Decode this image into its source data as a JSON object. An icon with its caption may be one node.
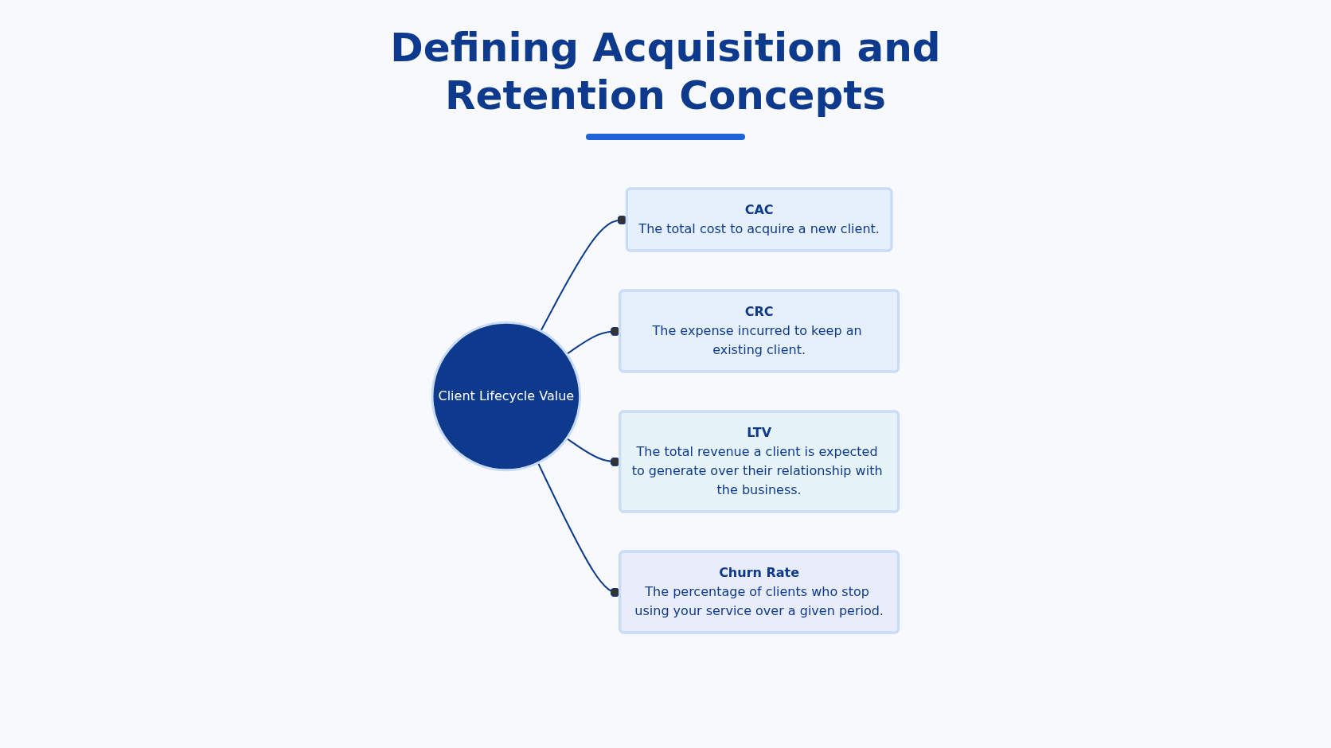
{
  "diagram": {
    "title": "Defining Acquisition and Retention Concepts",
    "nodes": [
      {
        "text": [
          "CAC",
          "The total cost to acquire a new client."
        ]
      },
      {
        "text": [
          "CRC",
          "The expense incurred to keep an existing client."
        ]
      },
      {
        "text": [
          "Client Lifecycle Value"
        ]
      },
      {
        "text": [
          "LTV",
          "The total revenue a client is expected to generate over their relationship with the business."
        ]
      },
      {
        "text": [
          "Churn Rate",
          "The percentage of clients who stop using your service over a given period."
        ]
      }
    ],
    "edges": [
      {
        "from": 2,
        "to": 0,
        "arrow": "other"
      },
      {
        "from": 2,
        "to": 1,
        "arrow": "other"
      },
      {
        "from": 2,
        "to": 3,
        "arrow": "other"
      },
      {
        "from": 2,
        "to": 4,
        "arrow": "other"
      }
    ]
  }
}
